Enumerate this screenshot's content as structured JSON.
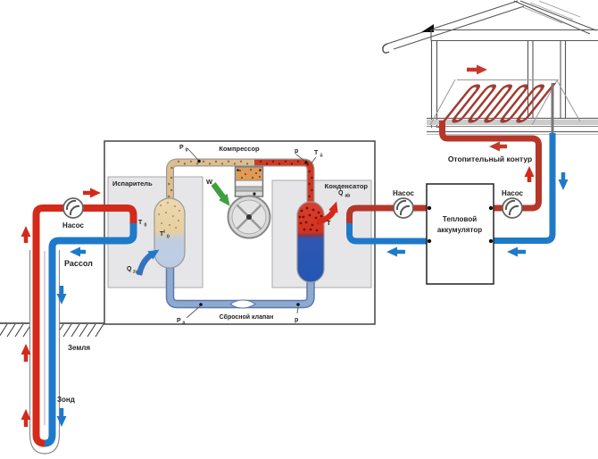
{
  "heat_pump_unit": {
    "evaporator": "Испаритель",
    "compressor": "Компрессор",
    "condenser": "Конденсатор",
    "relief_valve": "Сбросной клапан"
  },
  "symbols": {
    "p0": {
      "main": "P",
      "sub": "0"
    },
    "p": "p",
    "t_ue": {
      "main": "T",
      "sub": "ü"
    },
    "t0": {
      "main": "T",
      "sub": "0"
    },
    "t0_prime": {
      "main": "T'",
      "sub": "0"
    },
    "t": "T",
    "q_zu": {
      "main": "Q",
      "sub": "zu"
    },
    "q_ab": {
      "main": "Q",
      "sub": "ab"
    },
    "w": "W"
  },
  "source_side": {
    "pump": "Насос",
    "brine": "Рассол",
    "ground": "Земля",
    "probe": "Зонд"
  },
  "sink_side": {
    "pump_left": "Насос",
    "pump_right": "Насос",
    "accumulator_line1": "Тепловой",
    "accumulator_line2": "аккумулятор",
    "heating_circuit": "Отопительный контур"
  },
  "colors": {
    "hot_red": "#d42a1a",
    "cold_blue": "#1e7ac9",
    "heating_red": "#b5372a",
    "coil_red": "#a33a30",
    "vapor_pipe_tan": "#dcbe93",
    "hot_gas_red": "#cf3a24",
    "liquid_pipe_blue": "#8fa9d0",
    "work_green": "#3f9f3f"
  }
}
